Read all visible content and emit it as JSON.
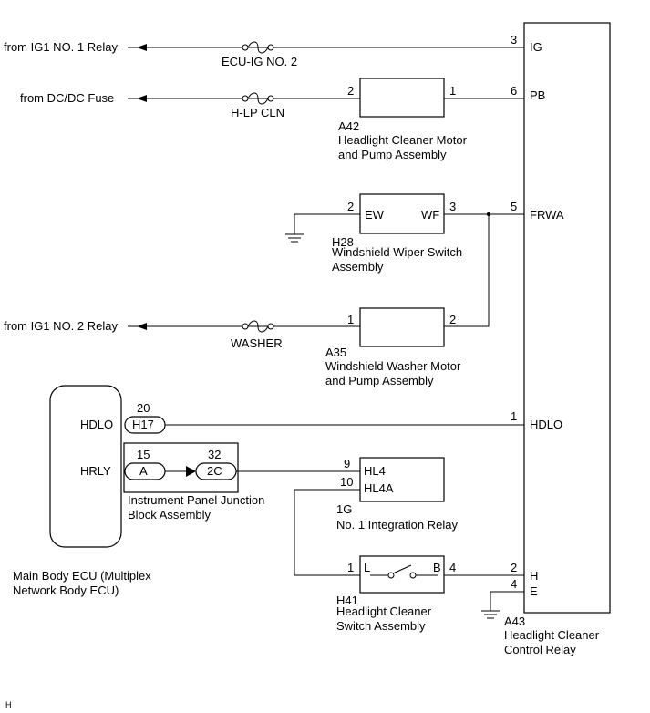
{
  "sources": {
    "ig1_no1": "from IG1 NO. 1 Relay",
    "dcdc": "from DC/DC Fuse",
    "ig1_no2": "from IG1 NO. 2 Relay"
  },
  "fuses": {
    "ecu_ig": "ECU-IG NO. 2",
    "hlp_cln": "H-LP CLN",
    "washer": "WASHER"
  },
  "a42": {
    "code": "A42",
    "name_line1": "Headlight Cleaner Motor",
    "name_line2": "and Pump Assembly",
    "pin_left": "2",
    "pin_right": "1"
  },
  "h28": {
    "code": "H28",
    "name_line1": "Windshield Wiper Switch",
    "name_line2": "Assembly",
    "pin_left": "2",
    "pin_right": "3",
    "label_left": "EW",
    "label_right": "WF"
  },
  "a35": {
    "code": "A35",
    "name_line1": "Windshield Washer Motor",
    "name_line2": "and Pump Assembly",
    "pin_left": "1",
    "pin_right": "2"
  },
  "a43": {
    "code": "A43",
    "name_line1": "Headlight Cleaner",
    "name_line2": "Control Relay",
    "terminals": [
      {
        "pin": "3",
        "label": "IG"
      },
      {
        "pin": "6",
        "label": "PB"
      },
      {
        "pin": "5",
        "label": "FRWA"
      },
      {
        "pin": "1",
        "label": "HDLO"
      },
      {
        "pin": "2",
        "label": "H"
      },
      {
        "pin": "4",
        "label": "E"
      }
    ]
  },
  "ecu": {
    "name_line1": "Main Body ECU (Multiplex",
    "name_line2": "Network Body ECU)",
    "hdlo_label": "HDLO",
    "hrly_label": "HRLY"
  },
  "connectors": {
    "h17_pin": "20",
    "h17_label": "H17",
    "a_pin": "15",
    "a_label": "A",
    "c2_pin": "32",
    "c2_label": "2C"
  },
  "junction_block": {
    "name_line1": "Instrument Panel Junction",
    "name_line2": "Block Assembly"
  },
  "relay_1g": {
    "code": "1G",
    "name": "No. 1 Integration Relay",
    "pin_hl4": "9",
    "pin_hl4a": "10",
    "label_hl4": "HL4",
    "label_hl4a": "HL4A"
  },
  "h41": {
    "code": "H41",
    "name_line1": "Headlight Cleaner",
    "name_line2": "Switch Assembly",
    "pin_left": "1",
    "pin_right": "4",
    "label_left": "L",
    "label_right": "B"
  },
  "corner_label": "H"
}
